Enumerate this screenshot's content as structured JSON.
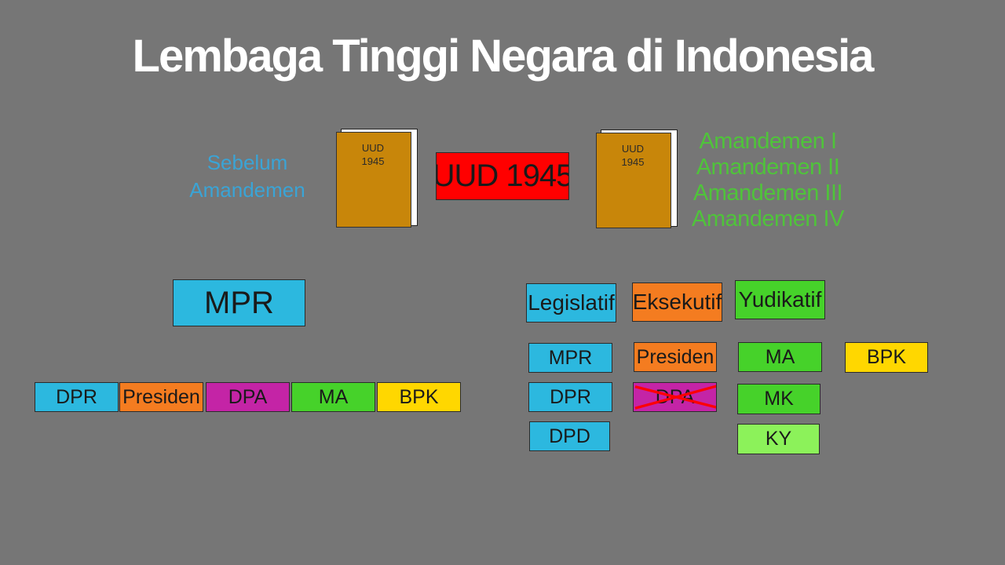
{
  "title": "Lembaga Tinggi Negara di Indonesia",
  "left_caption": {
    "line1": "Sebelum",
    "line2": "Amandemen"
  },
  "book_left": {
    "line1": "UUD",
    "line2": "1945"
  },
  "center_label": "UUD 1945",
  "book_right": {
    "line1": "UUD",
    "line2": "1945"
  },
  "amendments": [
    "Amandemen I",
    "Amandemen II",
    "Amandemen III",
    "Amandemen IV"
  ],
  "before": {
    "top": "MPR",
    "row": [
      "DPR",
      "Presiden",
      "DPA",
      "MA",
      "BPK"
    ]
  },
  "after": {
    "headers": [
      "Legislatif",
      "Eksekutif",
      "Yudikatif"
    ],
    "legislatif": [
      "MPR",
      "DPR",
      "DPD"
    ],
    "eksekutif": [
      "Presiden",
      "DPA"
    ],
    "yudikatif": [
      "MA",
      "MK",
      "KY"
    ],
    "other": [
      "BPK"
    ]
  },
  "colors": {
    "background": "#767676",
    "legislatif": "#2cb8df",
    "eksekutif": "#f47c20",
    "yudikatif": "#46d22a",
    "dpa": "#c424a6",
    "bpk": "#ffd700",
    "ky": "#8cf25a",
    "uud": "#ff0000",
    "book": "#c8860a"
  }
}
